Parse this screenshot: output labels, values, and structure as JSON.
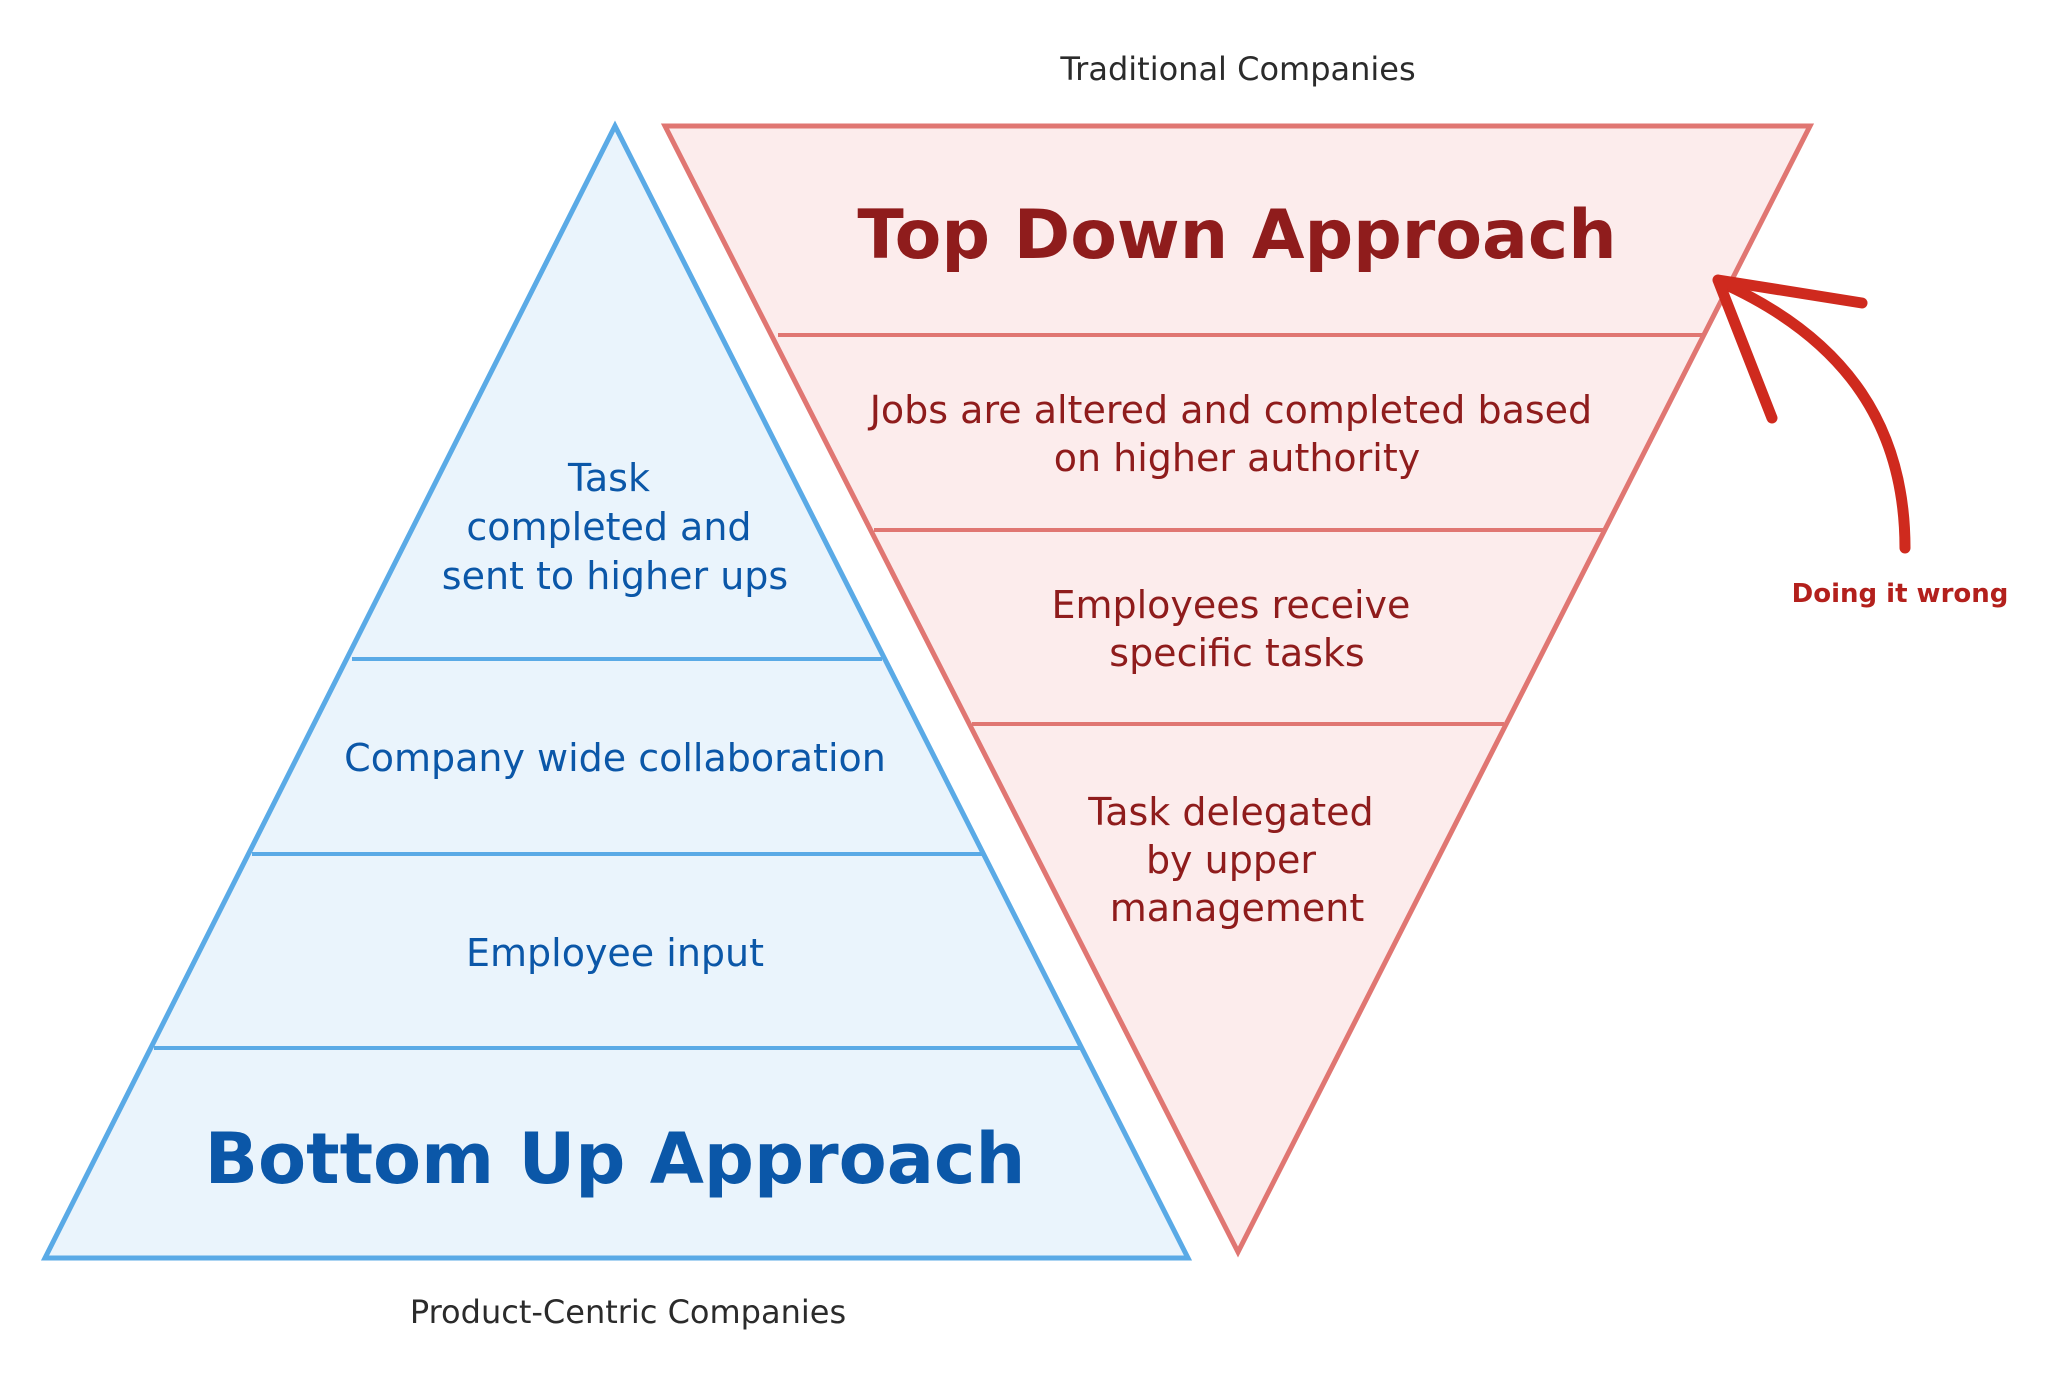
{
  "traditional": {
    "caption": "Traditional Companies",
    "title": "Top Down Approach",
    "levels": [
      [
        "Jobs are altered and completed based",
        "on higher authority"
      ],
      [
        "Employees receive",
        "specific tasks"
      ],
      [
        "Task delegated",
        "by upper",
        "management"
      ]
    ]
  },
  "product_centric": {
    "caption": "Product-Centric Companies",
    "title": "Bottom Up Approach",
    "levels": [
      [
        "Task",
        "completed and",
        "sent to higher ups"
      ],
      [
        "Company wide collaboration"
      ],
      [
        "Employee input"
      ]
    ]
  },
  "annotation": {
    "text": "Doing it wrong"
  },
  "colors": {
    "blue_stroke": "#5aaae6",
    "blue_fill": "#eaf4fc",
    "blue_text": "#0b57a8",
    "red_stroke": "#e07672",
    "red_fill": "#fcecec",
    "red_text": "#8f1c1c",
    "arrow": "#cf2a1e"
  }
}
